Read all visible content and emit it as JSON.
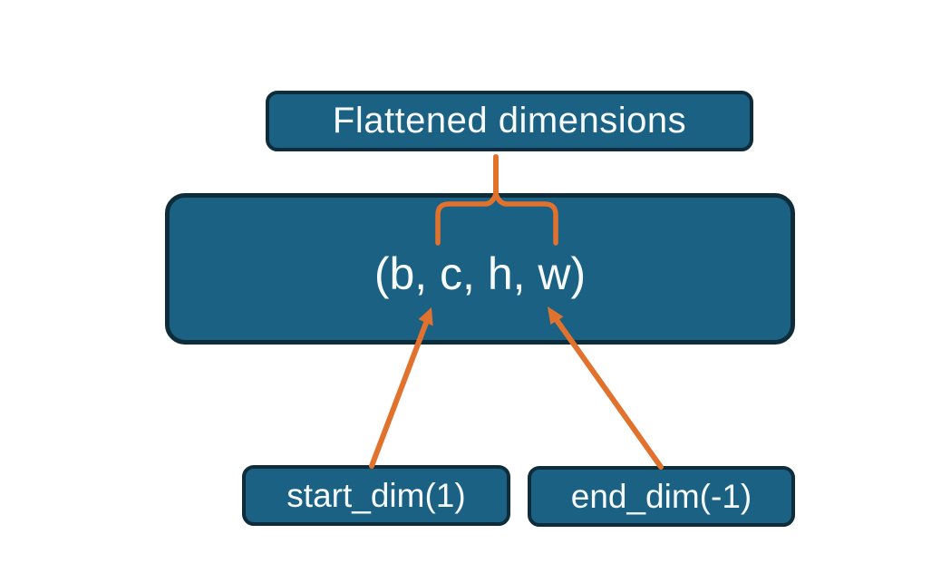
{
  "colors": {
    "background": "#ffffff",
    "box_fill": "#1b6184",
    "box_border": "#0e2c3a",
    "accent_orange": "#e0722e",
    "label_text": "#f7fafb"
  },
  "diagram": {
    "title_box": {
      "label": "Flattened dimensions"
    },
    "tensor_box": {
      "label": "(b, c, h, w)"
    },
    "param_boxes": [
      {
        "label": "start_dim(1)"
      },
      {
        "label": "end_dim(-1)"
      }
    ]
  }
}
